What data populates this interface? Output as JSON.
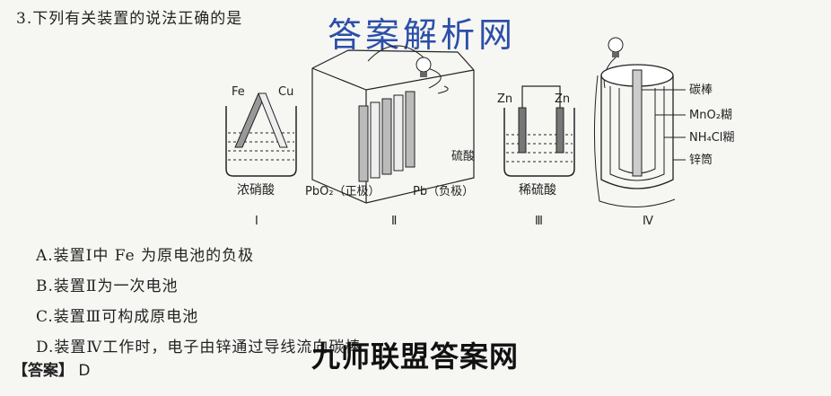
{
  "question": {
    "text": "3.下列有关装置的说法正确的是"
  },
  "watermarks": {
    "top": "答案解析网",
    "bottom": "九师联盟答案网"
  },
  "figure": {
    "device1": {
      "electrode_left": "Fe",
      "electrode_right": "Cu",
      "solution": "浓硝酸",
      "numeral": "Ⅰ"
    },
    "device2": {
      "label_acid": "硫酸",
      "label_positive": "PbO₂（正极）",
      "label_negative": "Pb（负极）",
      "numeral": "Ⅱ"
    },
    "device3": {
      "electrode_left": "Zn",
      "electrode_right": "Zn",
      "solution": "稀硫酸",
      "numeral": "Ⅲ"
    },
    "device4": {
      "label_carbon": "碳棒",
      "label_mno2": "MnO₂糊",
      "label_nh4cl": "NH₄Cl糊",
      "label_zinc": "锌筒",
      "numeral": "Ⅳ"
    }
  },
  "options": [
    {
      "text": "A.装置Ⅰ中 Fe 为原电池的负极"
    },
    {
      "text": "B.装置Ⅱ为一次电池"
    },
    {
      "text": "C.装置Ⅲ可构成原电池"
    },
    {
      "text": "D.装置Ⅳ工作时，电子由锌通过导线流向碳棒"
    }
  ],
  "answer": {
    "bracket": "【答案】",
    "value": "D"
  }
}
